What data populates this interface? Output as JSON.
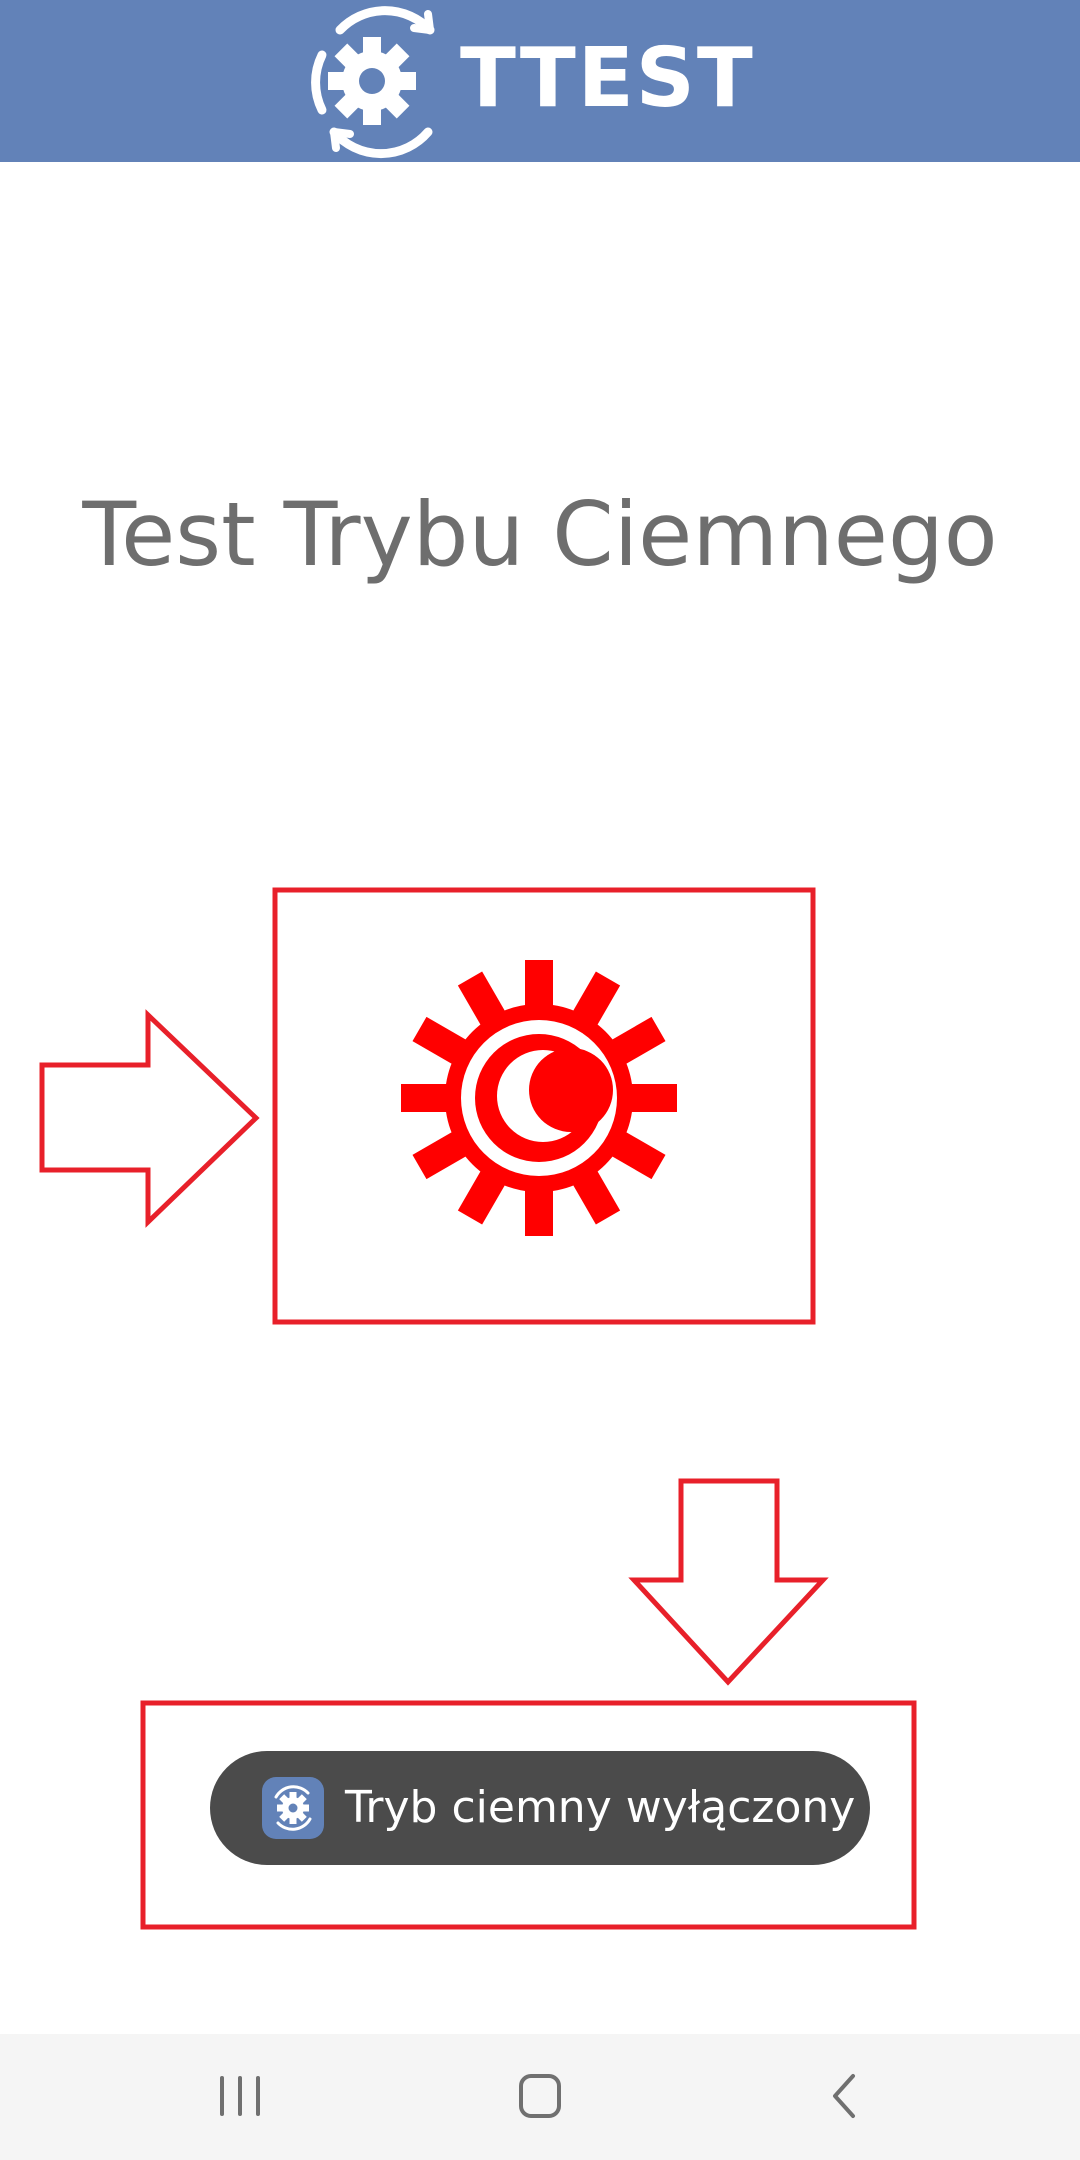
{
  "app": {
    "logo_text": "TTEST",
    "brand_color": "#6282b8"
  },
  "main": {
    "title": "Test Trybu Ciemnego",
    "dark_mode_icon": "sun-moon-icon",
    "accent_color": "#ff0000"
  },
  "toast": {
    "message": "Tryb ciemny wyłączony",
    "icon": "app-gear-icon",
    "background": "#4b4b4b"
  },
  "annotations": {
    "color": "#e8202a",
    "items": [
      "arrow-right",
      "arrow-down",
      "highlight-box-icon",
      "highlight-box-toast"
    ]
  },
  "navbar": {
    "items": [
      "recent-apps-icon",
      "home-icon",
      "back-icon"
    ]
  }
}
